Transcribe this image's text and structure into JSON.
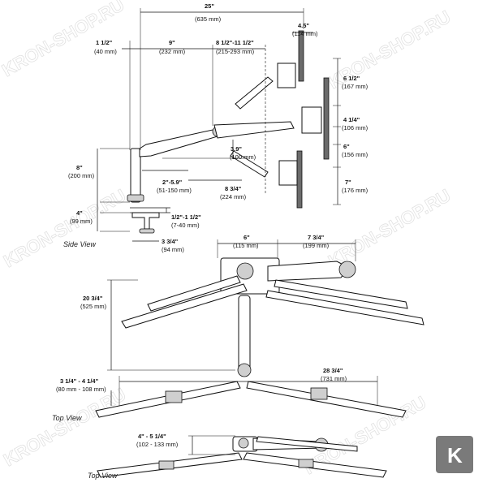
{
  "side_view": {
    "label": "Side View",
    "dims": {
      "total_width": {
        "in": "25\"",
        "mm": "(635 mm)"
      },
      "offset_left": {
        "in": "1 1/2\"",
        "mm": "(40 mm)"
      },
      "upper_arm": {
        "in": "9\"",
        "mm": "(232 mm)"
      },
      "extension": {
        "in": "8 1/2\"-11 1/2\"",
        "mm": "(215-293 mm)"
      },
      "tilt_depth": {
        "in": "4.5\"",
        "mm": "(114 mm)"
      },
      "height_up": {
        "in": "6 1/2\"",
        "mm": "(167 mm)"
      },
      "pivot_height": {
        "in": "4 1/4\"",
        "mm": "(106 mm)"
      },
      "center_height": {
        "in": "6\"",
        "mm": "(156 mm)"
      },
      "height_down": {
        "in": "7\"",
        "mm": "(176 mm)"
      },
      "pole_height": {
        "in": "8\"",
        "mm": "(200 mm)"
      },
      "clamp_height": {
        "in": "4\"",
        "mm": "(99 mm)"
      },
      "arm_rise": {
        "in": "3.9\"",
        "mm": "(100 mm)"
      },
      "arm_offset": {
        "in": "2\"-5.9\"",
        "mm": "(51-150 mm)"
      },
      "lower_arm": {
        "in": "8 3/4\"",
        "mm": "(224 mm)"
      },
      "desk_thickness": {
        "in": "1/2\"-1 1/2\"",
        "mm": "(7-40 mm)"
      },
      "clamp_depth": {
        "in": "3 3/4\"",
        "mm": "(94 mm)"
      }
    }
  },
  "top_view_1": {
    "label": "Top View",
    "dims": {
      "arm_width": {
        "in": "6\"",
        "mm": "(115 mm)"
      },
      "reach": {
        "in": "7 3/4\"",
        "mm": "(199 mm)"
      },
      "depth": {
        "in": "20 3/4\"",
        "mm": "(525 mm)"
      },
      "span": {
        "in": "28 3/4\"",
        "mm": "(731 mm)"
      },
      "offset": {
        "in": "3 1/4\" - 4 1/4\"",
        "mm": "(80 mm - 108 mm)"
      }
    }
  },
  "top_view_2": {
    "label": "Top View",
    "dims": {
      "offset": {
        "in": "4\" - 5 1/4\"",
        "mm": "(102 - 133 mm)"
      }
    }
  },
  "watermark": "KRON-SHOP.RU",
  "logo": {
    "letter": "K",
    "color": "#7a7a7a"
  }
}
